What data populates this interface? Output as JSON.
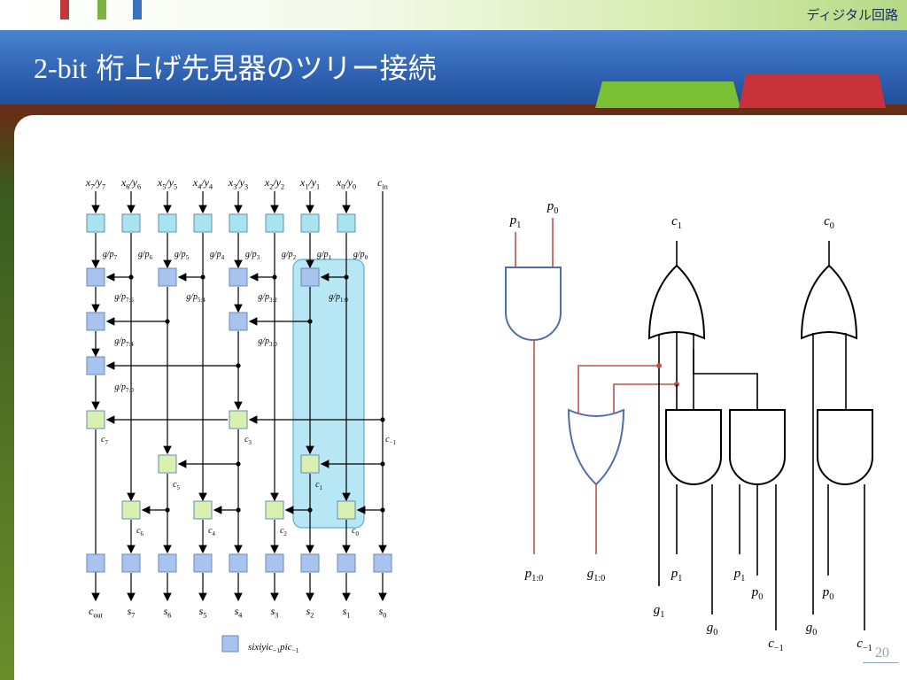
{
  "header": {
    "course": "ディジタル回路",
    "title_prefix": "2-bit",
    "title_rest": " 桁上げ先見器のツリー接続",
    "tab_colors": [
      "#c0383a",
      "#7ab342",
      "#3b6fc0"
    ],
    "tab_green": "#7cc036",
    "tab_red": "#c8323a"
  },
  "page_number": "20",
  "tree": {
    "inputs": [
      "x7/y7",
      "x6/y6",
      "x5/y5",
      "x4/y4",
      "x3/y3",
      "x2/y2",
      "x1/y1",
      "x0/y0"
    ],
    "cin": "cin",
    "gp_labels": [
      "g/p7",
      "g/p6",
      "g/p5",
      "g/p4",
      "g/p3",
      "g/p2",
      "g/p1",
      "g/p0"
    ],
    "gp_level1": [
      "g/p7:6",
      "g/p5:4",
      "g/p3:2",
      "g/p1:0"
    ],
    "gp_level2": [
      "g/p7:4",
      "g/p3:0"
    ],
    "gp_level3": "g/p7:0",
    "carries": [
      "c7",
      "c3",
      "c−1",
      "c5",
      "c1",
      "c6",
      "c4",
      "c2",
      "c0"
    ],
    "outputs": [
      "cout",
      "s7",
      "s6",
      "s5",
      "s4",
      "s3",
      "s2",
      "s1",
      "s0"
    ],
    "legend": ": si = xi ^ yi ^ c−1 = pi ^ c−1",
    "colors": {
      "blue": "#a8c4ee",
      "cyan": "#a8e4f0",
      "green": "#d8f0b0",
      "highlight": "#9fdff2"
    }
  },
  "gates": {
    "and_inputs": [
      "p1",
      "p0"
    ],
    "c1": "c1",
    "c0": "c0",
    "p10": "p1:0",
    "g10": "g1:0",
    "bottom": [
      "p1",
      "g1",
      "g0",
      "c−1",
      "p1",
      "p0",
      "p0",
      "g0",
      "c−1"
    ],
    "colors": {
      "red": "#c0504d",
      "blue": "#4f6fa8",
      "black": "#000000"
    }
  }
}
